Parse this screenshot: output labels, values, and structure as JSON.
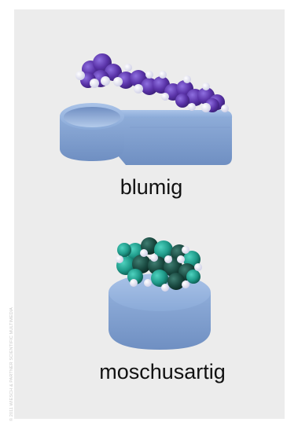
{
  "credit": "© 2011 WIESCH & PARTNER SCIENTIFIC MULTIMEDIA",
  "receptor_shapes": [
    {
      "label": "blumig",
      "shape": "elongated spoon-shaped receptor",
      "molecule_color": "#5a33a8"
    },
    {
      "label": "moschusartig",
      "shape": "round disc receptor",
      "molecule_color": "#1e6a5c"
    }
  ],
  "colors": {
    "receptor": "#92b2de",
    "background": "#ececec",
    "hydrogen": "#ffffff"
  }
}
